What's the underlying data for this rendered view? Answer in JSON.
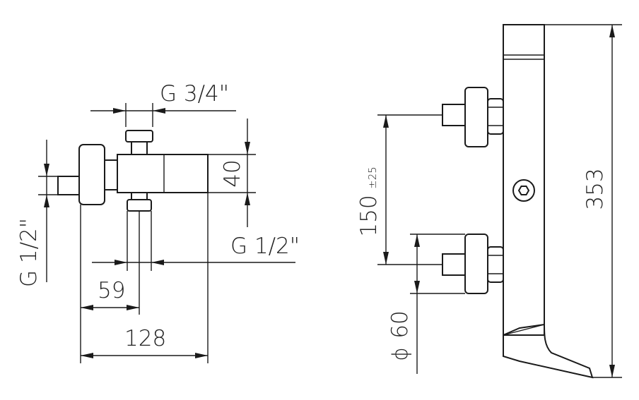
{
  "diagram": {
    "left_view": {
      "dim_outlet_thread": "G 3/4\"",
      "dim_height": "40",
      "dim_inlet_thread_side": "G 1/2\"",
      "dim_inlet_thread_right": "G 1/2\"",
      "dim_59": "59",
      "dim_128": "128"
    },
    "right_view": {
      "dim_spacing": "150",
      "dim_spacing_tolerance": "±25",
      "dim_diameter_symbol": "ϕ",
      "dim_diameter": "60",
      "dim_total_height": "353"
    }
  }
}
